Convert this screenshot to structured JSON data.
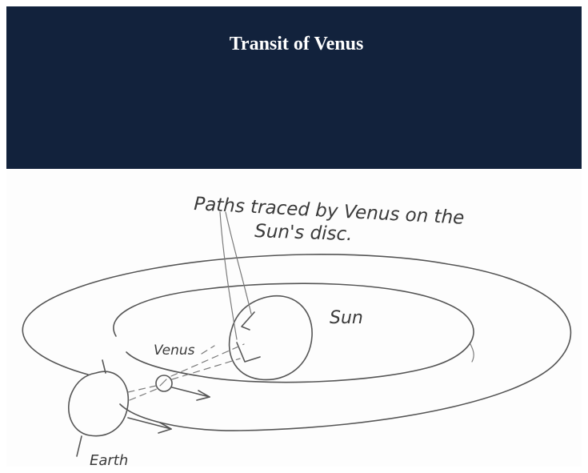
{
  "slide": {
    "title": "Transit of Venus",
    "header_color": "#12223c"
  },
  "sketch": {
    "annotation_line1": "Paths traced by Venus on the",
    "annotation_line2": "Sun's disc.",
    "label_sun": "Sun",
    "label_venus": "Venus",
    "label_earth": "Earth"
  }
}
